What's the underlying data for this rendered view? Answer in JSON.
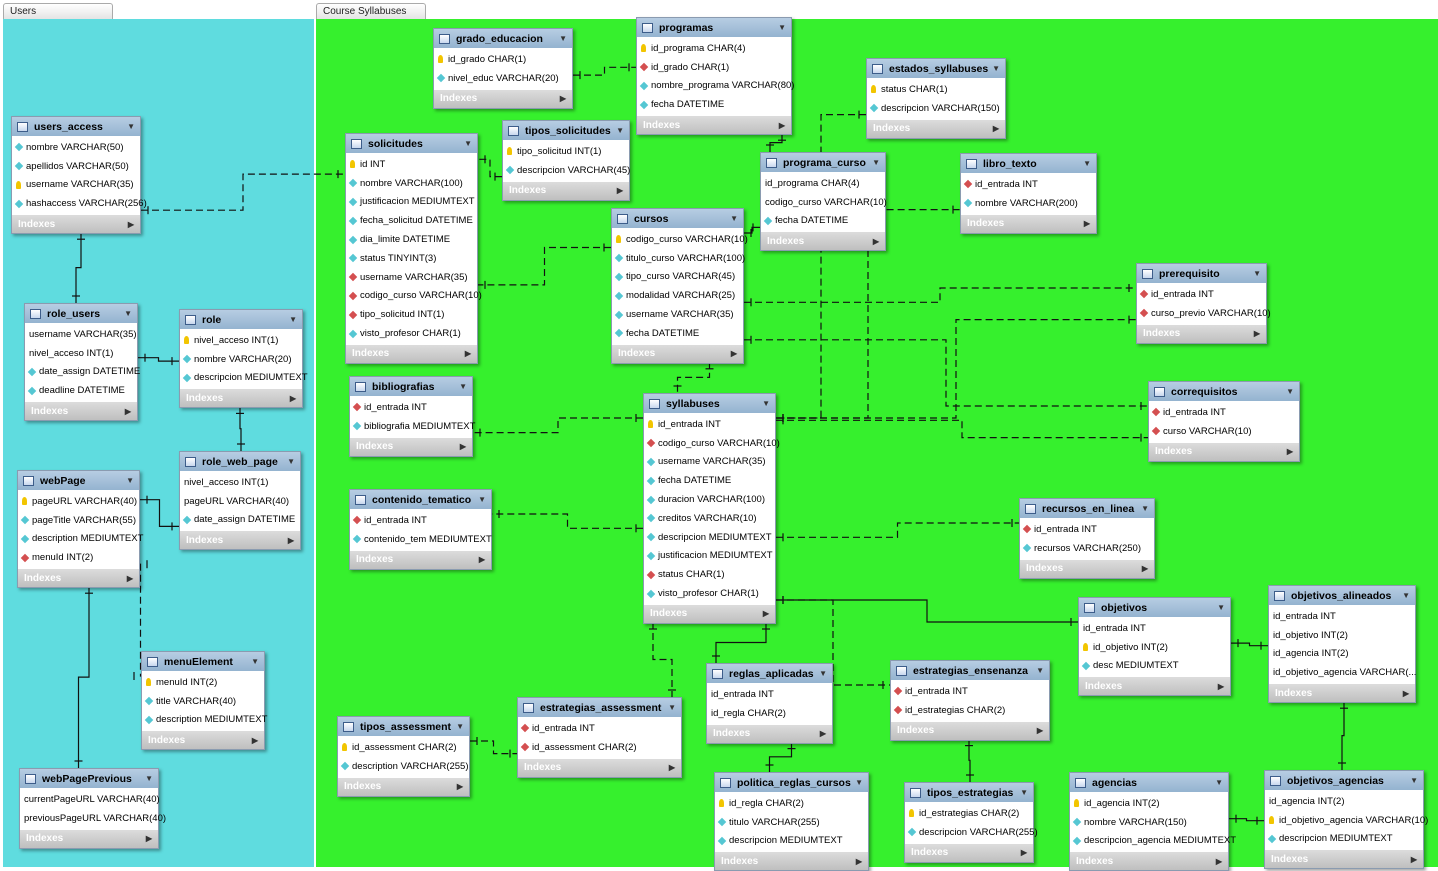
{
  "regions": {
    "users": {
      "label": "Users"
    },
    "course": {
      "label": "Course Syllabuses"
    }
  },
  "tables": {
    "users_access": {
      "name": "users_access",
      "columns": [
        {
          "text": "nombre VARCHAR(50)",
          "mark": "col"
        },
        {
          "text": "apellidos VARCHAR(50)",
          "mark": "col"
        },
        {
          "text": "username VARCHAR(35)",
          "mark": "key"
        },
        {
          "text": "hashaccess VARCHAR(256)",
          "mark": "col"
        }
      ]
    },
    "role_users": {
      "name": "role_users",
      "columns": [
        {
          "text": "username VARCHAR(35)",
          "mark": "none"
        },
        {
          "text": "nivel_acceso INT(1)",
          "mark": "none"
        },
        {
          "text": "date_assign DATETIME",
          "mark": "col"
        },
        {
          "text": "deadline DATETIME",
          "mark": "col"
        }
      ]
    },
    "role": {
      "name": "role",
      "columns": [
        {
          "text": "nivel_acceso INT(1)",
          "mark": "key"
        },
        {
          "text": "nombre VARCHAR(20)",
          "mark": "col"
        },
        {
          "text": "descripcion MEDIUMTEXT",
          "mark": "col"
        }
      ]
    },
    "webPage": {
      "name": "webPage",
      "columns": [
        {
          "text": "pageURL VARCHAR(40)",
          "mark": "key"
        },
        {
          "text": "pageTitle VARCHAR(55)",
          "mark": "col"
        },
        {
          "text": "description MEDIUMTEXT",
          "mark": "col"
        },
        {
          "text": "menuId INT(2)",
          "mark": "fk"
        }
      ]
    },
    "role_web_page": {
      "name": "role_web_page",
      "columns": [
        {
          "text": "nivel_acceso INT(1)",
          "mark": "none"
        },
        {
          "text": "pageURL VARCHAR(40)",
          "mark": "none"
        },
        {
          "text": "date_assign DATETIME",
          "mark": "col"
        }
      ]
    },
    "menuElement": {
      "name": "menuElement",
      "columns": [
        {
          "text": "menuId INT(2)",
          "mark": "key"
        },
        {
          "text": "title VARCHAR(40)",
          "mark": "col"
        },
        {
          "text": "description MEDIUMTEXT",
          "mark": "col"
        }
      ]
    },
    "webPagePrevious": {
      "name": "webPagePrevious",
      "columns": [
        {
          "text": "currentPageURL VARCHAR(40)",
          "mark": "none"
        },
        {
          "text": "previousPageURL VARCHAR(40)",
          "mark": "none"
        }
      ]
    },
    "grado_educacion": {
      "name": "grado_educacion",
      "columns": [
        {
          "text": "id_grado CHAR(1)",
          "mark": "key"
        },
        {
          "text": "nivel_educ VARCHAR(20)",
          "mark": "col"
        }
      ]
    },
    "programas": {
      "name": "programas",
      "columns": [
        {
          "text": "id_programa CHAR(4)",
          "mark": "key"
        },
        {
          "text": "id_grado CHAR(1)",
          "mark": "fk"
        },
        {
          "text": "nombre_programa VARCHAR(80)",
          "mark": "col"
        },
        {
          "text": "fecha DATETIME",
          "mark": "col"
        }
      ]
    },
    "estados_syllabuses": {
      "name": "estados_syllabuses",
      "columns": [
        {
          "text": "status CHAR(1)",
          "mark": "key"
        },
        {
          "text": "descripcion VARCHAR(150)",
          "mark": "col"
        }
      ]
    },
    "solicitudes": {
      "name": "solicitudes",
      "columns": [
        {
          "text": "id INT",
          "mark": "key"
        },
        {
          "text": "nombre VARCHAR(100)",
          "mark": "col"
        },
        {
          "text": "justificacion MEDIUMTEXT",
          "mark": "col"
        },
        {
          "text": "fecha_solicitud DATETIME",
          "mark": "col"
        },
        {
          "text": "dia_limite DATETIME",
          "mark": "col"
        },
        {
          "text": "status TINYINT(3)",
          "mark": "col"
        },
        {
          "text": "username VARCHAR(35)",
          "mark": "fk"
        },
        {
          "text": "codigo_curso VARCHAR(10)",
          "mark": "fk"
        },
        {
          "text": "tipo_solicitud INT(1)",
          "mark": "fk"
        },
        {
          "text": "visto_profesor CHAR(1)",
          "mark": "col"
        }
      ]
    },
    "tipos_solicitudes": {
      "name": "tipos_solicitudes",
      "columns": [
        {
          "text": "tipo_solicitud INT(1)",
          "mark": "key"
        },
        {
          "text": "descripcion VARCHAR(45)",
          "mark": "col"
        }
      ]
    },
    "programa_curso": {
      "name": "programa_curso",
      "columns": [
        {
          "text": "id_programa CHAR(4)",
          "mark": "none"
        },
        {
          "text": "codigo_curso VARCHAR(10)",
          "mark": "none"
        },
        {
          "text": "fecha DATETIME",
          "mark": "col"
        }
      ]
    },
    "libro_texto": {
      "name": "libro_texto",
      "columns": [
        {
          "text": "id_entrada INT",
          "mark": "fk"
        },
        {
          "text": "nombre VARCHAR(200)",
          "mark": "col"
        }
      ]
    },
    "cursos": {
      "name": "cursos",
      "columns": [
        {
          "text": "codigo_curso VARCHAR(10)",
          "mark": "key"
        },
        {
          "text": "titulo_curso VARCHAR(100)",
          "mark": "col"
        },
        {
          "text": "tipo_curso VARCHAR(45)",
          "mark": "col"
        },
        {
          "text": "modalidad VARCHAR(25)",
          "mark": "col"
        },
        {
          "text": "username VARCHAR(35)",
          "mark": "col"
        },
        {
          "text": "fecha DATETIME",
          "mark": "col"
        }
      ]
    },
    "prerequisito": {
      "name": "prerequisito",
      "columns": [
        {
          "text": "id_entrada INT",
          "mark": "fk"
        },
        {
          "text": "curso_previo VARCHAR(10)",
          "mark": "fk"
        }
      ]
    },
    "bibliografias": {
      "name": "bibliografias",
      "columns": [
        {
          "text": "id_entrada INT",
          "mark": "fk"
        },
        {
          "text": "bibliografia MEDIUMTEXT",
          "mark": "col"
        }
      ]
    },
    "syllabuses": {
      "name": "syllabuses",
      "columns": [
        {
          "text": "id_entrada INT",
          "mark": "key"
        },
        {
          "text": "codigo_curso VARCHAR(10)",
          "mark": "fk"
        },
        {
          "text": "username VARCHAR(35)",
          "mark": "col"
        },
        {
          "text": "fecha DATETIME",
          "mark": "col"
        },
        {
          "text": "duracion VARCHAR(100)",
          "mark": "col"
        },
        {
          "text": "creditos VARCHAR(10)",
          "mark": "col"
        },
        {
          "text": "descripcion MEDIUMTEXT",
          "mark": "col"
        },
        {
          "text": "justificacion MEDIUMTEXT",
          "mark": "col"
        },
        {
          "text": "status CHAR(1)",
          "mark": "fk"
        },
        {
          "text": "visto_profesor CHAR(1)",
          "mark": "col"
        }
      ]
    },
    "correquisitos": {
      "name": "correquisitos",
      "columns": [
        {
          "text": "id_entrada INT",
          "mark": "fk"
        },
        {
          "text": "curso VARCHAR(10)",
          "mark": "fk"
        }
      ]
    },
    "contenido_tematico": {
      "name": "contenido_tematico",
      "columns": [
        {
          "text": "id_entrada INT",
          "mark": "fk"
        },
        {
          "text": "contenido_tem MEDIUMTEXT",
          "mark": "col"
        }
      ]
    },
    "recursos_en_linea": {
      "name": "recursos_en_linea",
      "columns": [
        {
          "text": "id_entrada INT",
          "mark": "fk"
        },
        {
          "text": "recursos VARCHAR(250)",
          "mark": "col"
        }
      ]
    },
    "objetivos": {
      "name": "objetivos",
      "columns": [
        {
          "text": "id_entrada INT",
          "mark": "none"
        },
        {
          "text": "id_objetivo INT(2)",
          "mark": "key"
        },
        {
          "text": "desc MEDIUMTEXT",
          "mark": "col"
        }
      ]
    },
    "objetivos_alineados": {
      "name": "objetivos_alineados",
      "columns": [
        {
          "text": "id_entrada INT",
          "mark": "none"
        },
        {
          "text": "id_objetivo INT(2)",
          "mark": "none"
        },
        {
          "text": "id_agencia INT(2)",
          "mark": "none"
        },
        {
          "text": "id_objetivo_agencia VARCHAR(...",
          "mark": "none"
        }
      ]
    },
    "reglas_aplicadas": {
      "name": "reglas_aplicadas",
      "columns": [
        {
          "text": "id_entrada INT",
          "mark": "none"
        },
        {
          "text": "id_regla CHAR(2)",
          "mark": "none"
        }
      ]
    },
    "estrategias_ensenanza": {
      "name": "estrategias_ensenanza",
      "columns": [
        {
          "text": "id_entrada INT",
          "mark": "fk"
        },
        {
          "text": "id_estrategias CHAR(2)",
          "mark": "fk"
        }
      ]
    },
    "estrategias_assessment": {
      "name": "estrategias_assessment",
      "columns": [
        {
          "text": "id_entrada INT",
          "mark": "fk"
        },
        {
          "text": "id_assessment CHAR(2)",
          "mark": "fk"
        }
      ]
    },
    "tipos_assessment": {
      "name": "tipos_assessment",
      "columns": [
        {
          "text": "id_assessment CHAR(2)",
          "mark": "key"
        },
        {
          "text": "description VARCHAR(255)",
          "mark": "col"
        }
      ]
    },
    "politica_reglas_cursos": {
      "name": "politica_reglas_cursos",
      "columns": [
        {
          "text": "id_regla CHAR(2)",
          "mark": "key"
        },
        {
          "text": "titulo VARCHAR(255)",
          "mark": "col"
        },
        {
          "text": "descripcion MEDIUMTEXT",
          "mark": "col"
        }
      ]
    },
    "tipos_estrategias": {
      "name": "tipos_estrategias",
      "columns": [
        {
          "text": "id_estrategias CHAR(2)",
          "mark": "key"
        },
        {
          "text": "descripcion VARCHAR(255)",
          "mark": "col"
        }
      ]
    },
    "agencias": {
      "name": "agencias",
      "columns": [
        {
          "text": "id_agencia INT(2)",
          "mark": "key"
        },
        {
          "text": "nombre VARCHAR(150)",
          "mark": "col"
        },
        {
          "text": "descripcion_agencia MEDIUMTEXT",
          "mark": "col"
        }
      ]
    },
    "objetivos_agencias": {
      "name": "objetivos_agencias",
      "columns": [
        {
          "text": "id_agencia INT(2)",
          "mark": "none"
        },
        {
          "text": "id_objetivo_agencia VARCHAR(10)",
          "mark": "key"
        },
        {
          "text": "descripcion MEDIUMTEXT",
          "mark": "col"
        }
      ]
    }
  },
  "indexes_label": "Indexes",
  "relationships": [
    {
      "from": "users_access",
      "to": "role_users",
      "style": "solid"
    },
    {
      "from": "role",
      "to": "role_users",
      "style": "solid"
    },
    {
      "from": "webPage",
      "to": "role_web_page",
      "style": "solid"
    },
    {
      "from": "role",
      "to": "role_web_page",
      "style": "solid"
    },
    {
      "from": "webPage",
      "to": "menuElement",
      "style": "dashed"
    },
    {
      "from": "webPage",
      "to": "webPagePrevious",
      "style": "solid"
    },
    {
      "from": "users_access",
      "to": "solicitudes",
      "style": "dashed"
    },
    {
      "from": "grado_educacion",
      "to": "programas",
      "style": "dashed"
    },
    {
      "from": "programas",
      "to": "programa_curso",
      "style": "solid"
    },
    {
      "from": "cursos",
      "to": "programa_curso",
      "style": "solid"
    },
    {
      "from": "tipos_solicitudes",
      "to": "solicitudes",
      "style": "dashed"
    },
    {
      "from": "cursos",
      "to": "solicitudes",
      "style": "dashed"
    },
    {
      "from": "cursos",
      "to": "syllabuses",
      "style": "dashed"
    },
    {
      "from": "cursos",
      "to": "prerequisito",
      "style": "dashed"
    },
    {
      "from": "cursos",
      "to": "correquisitos",
      "style": "dashed"
    },
    {
      "from": "estados_syllabuses",
      "to": "syllabuses",
      "style": "dashed"
    },
    {
      "from": "syllabuses",
      "to": "libro_texto",
      "style": "dashed"
    },
    {
      "from": "syllabuses",
      "to": "prerequisito",
      "style": "dashed"
    },
    {
      "from": "syllabuses",
      "to": "correquisitos",
      "style": "dashed"
    },
    {
      "from": "syllabuses",
      "to": "bibliografias",
      "style": "dashed"
    },
    {
      "from": "syllabuses",
      "to": "contenido_tematico",
      "style": "dashed"
    },
    {
      "from": "syllabuses",
      "to": "recursos_en_linea",
      "style": "dashed"
    },
    {
      "from": "syllabuses",
      "to": "objetivos",
      "style": "solid"
    },
    {
      "from": "syllabuses",
      "to": "estrategias_ensenanza",
      "style": "dashed"
    },
    {
      "from": "syllabuses",
      "to": "estrategias_assessment",
      "style": "dashed"
    },
    {
      "from": "syllabuses",
      "to": "reglas_aplicadas",
      "style": "solid"
    },
    {
      "from": "objetivos",
      "to": "objetivos_alineados",
      "style": "solid"
    },
    {
      "from": "objetivos_agencias",
      "to": "objetivos_alineados",
      "style": "solid"
    },
    {
      "from": "agencias",
      "to": "objetivos_agencias",
      "style": "solid"
    },
    {
      "from": "tipos_assessment",
      "to": "estrategias_assessment",
      "style": "dashed"
    },
    {
      "from": "politica_reglas_cursos",
      "to": "reglas_aplicadas",
      "style": "solid"
    },
    {
      "from": "tipos_estrategias",
      "to": "estrategias_ensenanza",
      "style": "solid"
    }
  ]
}
